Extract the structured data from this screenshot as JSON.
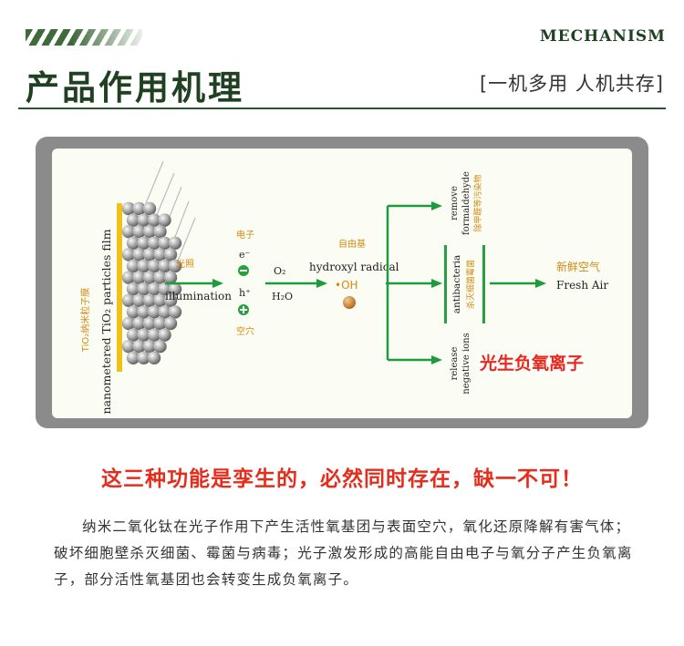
{
  "header": {
    "label_en": "MECHANISM",
    "title": "产品作用机理",
    "slogan": "[一机多用 人机共存]"
  },
  "diagram": {
    "film_label_zh": "TiO₂纳米粒子膜",
    "film_label_en": "nanometered TiO₂ particles film",
    "illumination_zh": "光照",
    "illumination_en": "illumination",
    "electron_zh": "电子",
    "electron_symbol": "e⁻",
    "hole_symbol": "h⁺",
    "hole_zh": "空穴",
    "o2": "O₂",
    "h2o": "H₂O",
    "radical_zh": "自由基",
    "radical_en": "hydroxyl radical",
    "oh": "•OH",
    "remove_en_1": "remove",
    "remove_en_2": "formaldehyde",
    "remove_zh": "除甲醛等污染物",
    "antibacteria_en": "antibacteria",
    "antibacteria_zh": "杀灭细菌霉菌",
    "release_en_1": "release",
    "release_en_2": "negative ions",
    "negative_ions_zh": "光生负氧离子",
    "fresh_air_zh": "新鲜空气",
    "fresh_air_en": "Fresh Air"
  },
  "claim": "这三种功能是孪生的，必然同时存在，缺一不可！",
  "description": "纳米二氧化钛在光子作用下产生活性氧基团与表面空穴，氧化还原降解有害气体；破坏细胞壁杀灭细菌、霉菌与病毒；光子激发形成的高能自由电子与氧分子产生负氧离子，部分活性氧基团也会转变生成负氧离子。",
  "colors": {
    "brand_green": "#1f4021",
    "arrow_green": "#1e9a3f",
    "label_orange": "#d28a12",
    "claim_red": "#e52d1d",
    "film_yellow": "#f1c019"
  }
}
